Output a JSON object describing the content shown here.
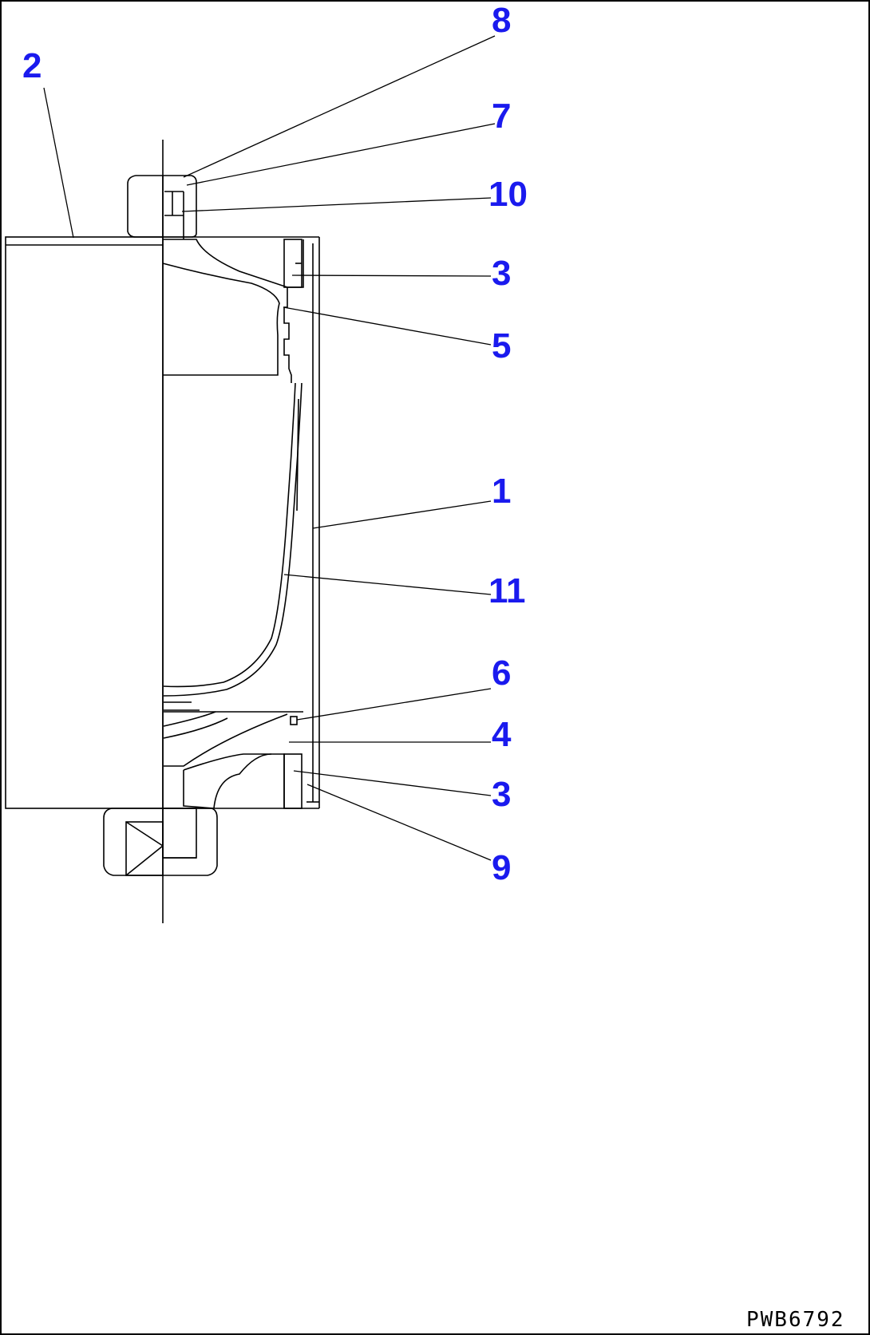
{
  "diagram": {
    "callouts": [
      {
        "id": "c8",
        "label": "8"
      },
      {
        "id": "c7",
        "label": "7"
      },
      {
        "id": "c10",
        "label": "10"
      },
      {
        "id": "c2",
        "label": "2"
      },
      {
        "id": "c3a",
        "label": "3"
      },
      {
        "id": "c5",
        "label": "5"
      },
      {
        "id": "c1",
        "label": "1"
      },
      {
        "id": "c11",
        "label": "11"
      },
      {
        "id": "c6",
        "label": "6"
      },
      {
        "id": "c4",
        "label": "4"
      },
      {
        "id": "c3b",
        "label": "3"
      },
      {
        "id": "c9",
        "label": "9"
      }
    ],
    "drawing_code": "PWB6792",
    "colors": {
      "callout": "#1a1aee",
      "line": "#000000",
      "background": "#ffffff"
    }
  }
}
